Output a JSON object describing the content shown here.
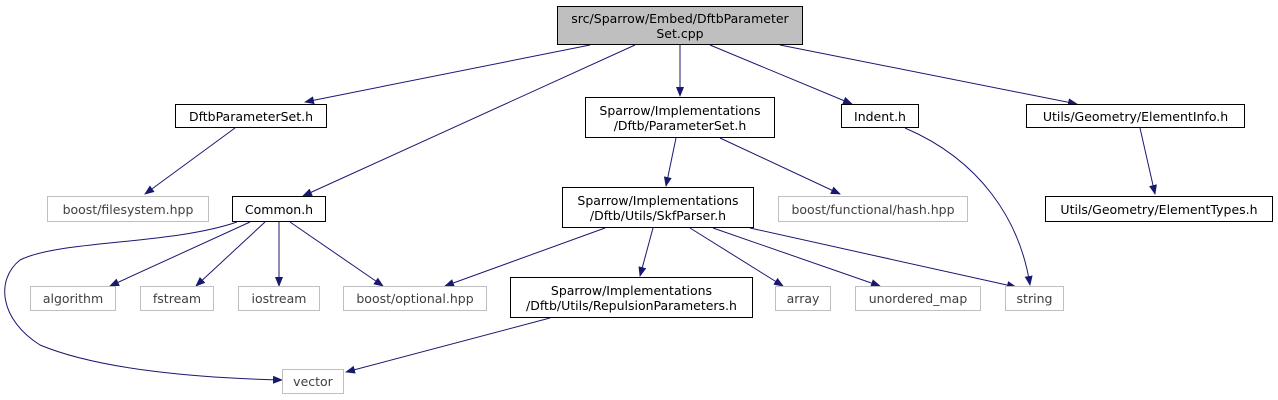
{
  "colors": {
    "edge": "#191970",
    "root_fill": "#bfbfbf",
    "system_border": "#bfbfbf",
    "project_border": "#000000"
  },
  "nodes": {
    "root": "src/Sparrow/Embed/DftbParameter\nSet.cpp",
    "dftb_parameter_set_h": "DftbParameterSet.h",
    "common_h": "Common.h",
    "implementations_parameterset_h": "Sparrow/Implementations\n/Dftb/ParameterSet.h",
    "indent_h": "Indent.h",
    "element_info_h": "Utils/Geometry/ElementInfo.h",
    "boost_filesystem": "boost/filesystem.hpp",
    "skf_parser_h": "Sparrow/Implementations\n/Dftb/Utils/SkfParser.h",
    "boost_functional_hash": "boost/functional/hash.hpp",
    "element_types_h": "Utils/Geometry/ElementTypes.h",
    "algorithm": "algorithm",
    "fstream": "fstream",
    "iostream": "iostream",
    "boost_optional": "boost/optional.hpp",
    "repulsion_parameters_h": "Sparrow/Implementations\n/Dftb/Utils/RepulsionParameters.h",
    "array": "array",
    "unordered_map": "unordered_map",
    "string": "string",
    "vector": "vector"
  }
}
